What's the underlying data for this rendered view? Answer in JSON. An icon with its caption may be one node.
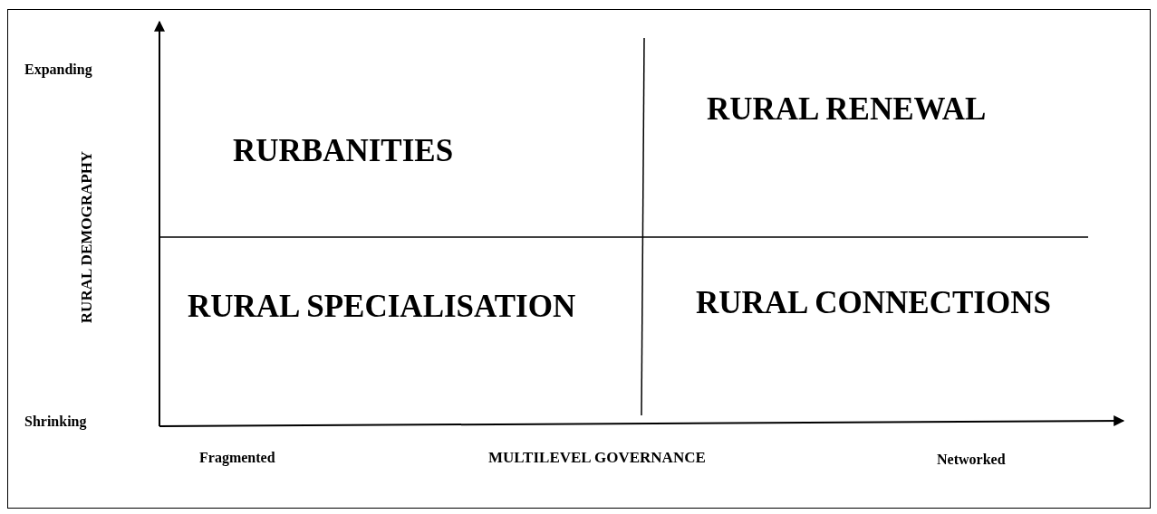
{
  "diagram": {
    "labels": [
      "Expanding",
      "RURAL DEMOGRAPHY",
      "Shrinking",
      "RURBANITIES",
      "RURAL RENEWAL",
      "RURAL SPECIALISATION",
      "RURAL CONNECTIONS",
      "Fragmented",
      "MULTILEVEL GOVERNANCE",
      "Networked"
    ]
  }
}
